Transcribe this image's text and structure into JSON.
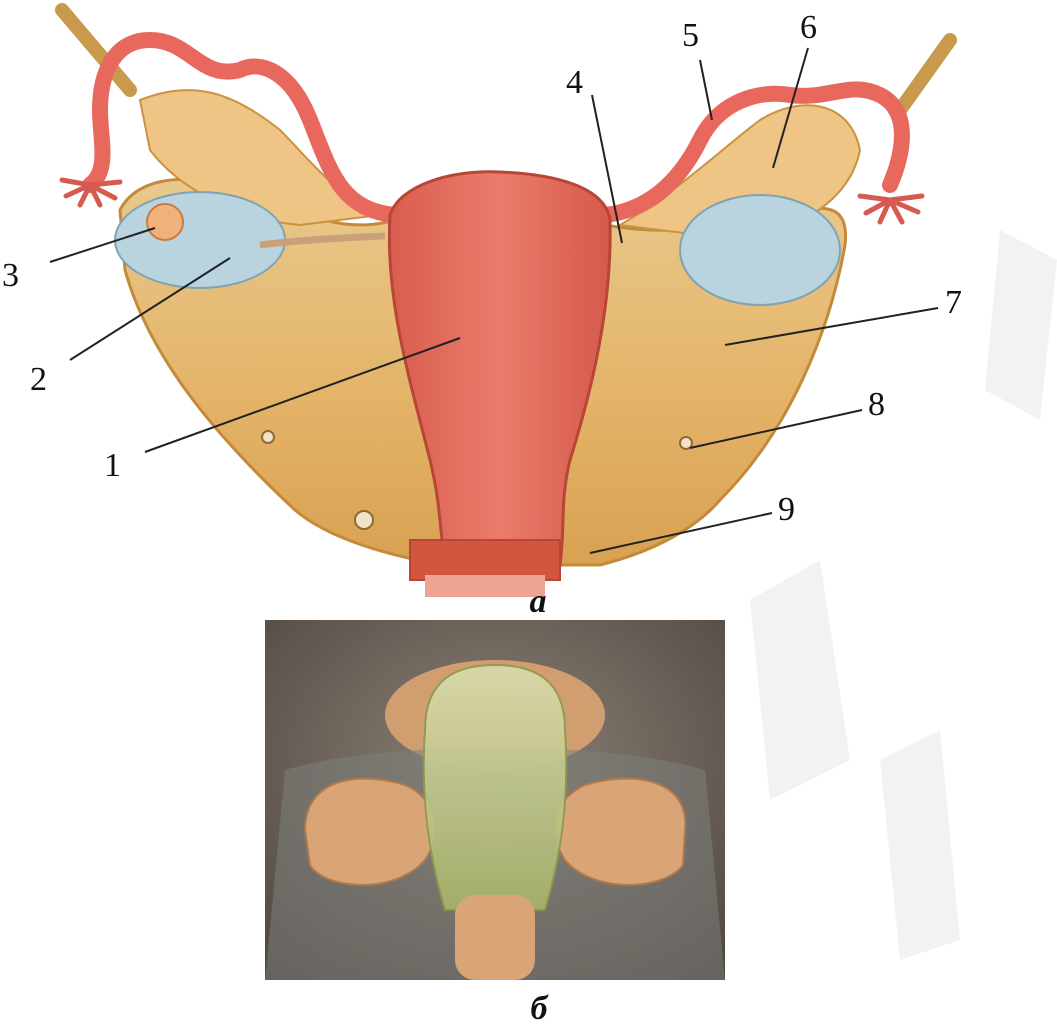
{
  "figure": {
    "callouts": [
      {
        "id": "1",
        "label": "1"
      },
      {
        "id": "2",
        "label": "2"
      },
      {
        "id": "3",
        "label": "3"
      },
      {
        "id": "4",
        "label": "4"
      },
      {
        "id": "5",
        "label": "5"
      },
      {
        "id": "6",
        "label": "6"
      },
      {
        "id": "7",
        "label": "7"
      },
      {
        "id": "8",
        "label": "8"
      },
      {
        "id": "9",
        "label": "9"
      }
    ],
    "panel_a_caption": "а",
    "panel_b_caption": "б"
  },
  "colors": {
    "uterus": "#e0675a",
    "tube": "#e8685e",
    "ligament": "#e7b76a",
    "ovary": "#b9d4de",
    "photo_bg": "#6b6159",
    "model_flesh": "#d9a577",
    "model_glass": "#c4cc8a"
  }
}
